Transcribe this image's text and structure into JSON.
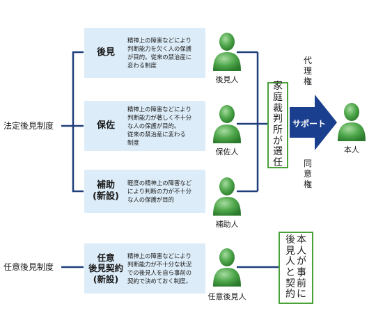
{
  "legal": {
    "label": "法定後見制度"
  },
  "voluntary": {
    "label": "任意後見制度"
  },
  "boxes": [
    {
      "title": "後見",
      "desc": "精神上の障害などにより\n判断能力を欠く人の保護\nが目的。従来の禁治産に\n変わる制度"
    },
    {
      "title": "保佐",
      "desc": "精神上の障害などにより\n判断能力が著しく不十分\nな人の保護が目的。\n従来の禁治産に変わる\n制度"
    },
    {
      "title": "補助\n(新設)",
      "desc": "軽度の精神上の障害など\nにより判断の力が不十分\nな人の保護が目的"
    },
    {
      "title": "任意\n後見契約\n(新設)",
      "desc": "精神上の障害などにより\n判断能力が不十分な状況\nでの後見人を自ら事前の\n契約で決めておく制度。"
    }
  ],
  "persons": {
    "guardian": "後見人",
    "curator": "保佐人",
    "assistant": "補助人",
    "voluntary_guardian": "任意後見人",
    "principal": "本人"
  },
  "court": {
    "text": "家庭裁判所が選任"
  },
  "arrow": {
    "label": "サポート"
  },
  "rights": {
    "agency": "代理権",
    "consent": "同意権"
  },
  "contract": {
    "lines": [
      "本人が事前に",
      "後見人と契約"
    ]
  },
  "colors": {
    "box_fill": "#dcecf8",
    "line": "#1f3f7a",
    "arrow": "#1b3f8f",
    "person": "#3f9a3c",
    "frame": "#4aa13a"
  }
}
